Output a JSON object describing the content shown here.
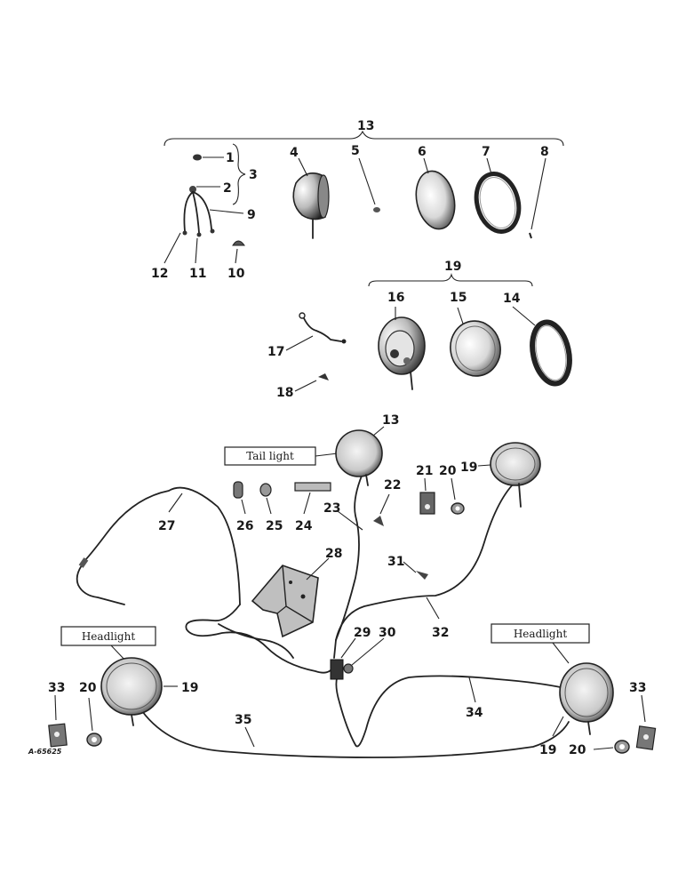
{
  "labels": {
    "tail_light": "Tail light",
    "headlight_left": "Headlight",
    "headlight_right": "Headlight"
  },
  "reference_number": "A-65625",
  "group_brackets": {
    "top": "13",
    "middle": "19"
  },
  "callouts": {
    "c1": "1",
    "c2": "2",
    "c3": "3",
    "c4": "4",
    "c5": "5",
    "c6": "6",
    "c7": "7",
    "c8": "8",
    "c9": "9",
    "c10": "10",
    "c11": "11",
    "c12": "12",
    "c14": "14",
    "c15": "15",
    "c16": "16",
    "c17": "17",
    "c18": "18",
    "c13b": "13",
    "c19b": "19",
    "c20a": "20",
    "c21": "21",
    "c22": "22",
    "c23": "23",
    "c24": "24",
    "c25": "25",
    "c26": "26",
    "c27": "27",
    "c28": "28",
    "c29": "29",
    "c30": "30",
    "c31": "31",
    "c32": "32",
    "c33l": "33",
    "c20l": "20",
    "c19l": "19",
    "c35": "35",
    "c34": "34",
    "c33r": "33",
    "c19r": "19",
    "c20r": "20"
  }
}
